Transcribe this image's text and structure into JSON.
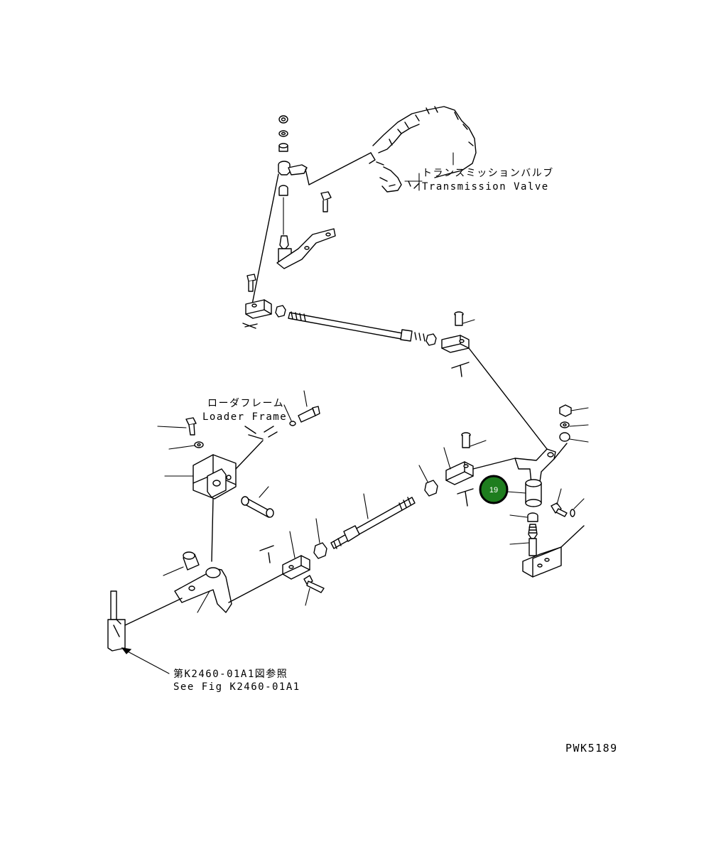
{
  "labels": {
    "transmission_valve_jp": "トランスミッションバルブ",
    "transmission_valve_en": "Transmission Valve",
    "loader_frame_jp": "ローダフレーム",
    "loader_frame_en": "Loader Frame",
    "see_fig_jp": "第K2460-01A1図参照",
    "see_fig_en": "See Fig K2460-01A1"
  },
  "drawing_number": "PWK5189",
  "callout": {
    "number": "19",
    "fill": "#1e7d1e",
    "stroke": "#000000"
  }
}
